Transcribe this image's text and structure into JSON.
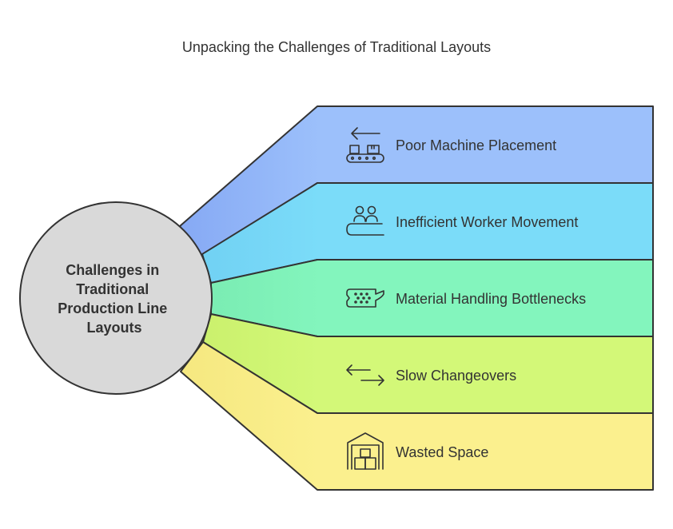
{
  "title": "Unpacking the Challenges of Traditional Layouts",
  "center": {
    "lines": [
      "Challenges in",
      "Traditional",
      "Production Line",
      "Layouts"
    ],
    "fill": "#d9d9d9",
    "stroke": "#333333"
  },
  "bands": [
    {
      "label": "Poor Machine Placement",
      "icon": "conveyor-machine-icon",
      "color": "#9cc0fb",
      "wedge_color": "#86a9f4"
    },
    {
      "label": "Inefficient Worker Movement",
      "icon": "workers-conveyor-icon",
      "color": "#7bdcf9",
      "wedge_color": "#6fcff2"
    },
    {
      "label": "Material Handling Bottlenecks",
      "icon": "bottleneck-icon",
      "color": "#83f5bd",
      "wedge_color": "#78eab0"
    },
    {
      "label": "Slow Changeovers",
      "icon": "swap-arrows-icon",
      "color": "#d3f878",
      "wedge_color": "#c9ef6b"
    },
    {
      "label": "Wasted Space",
      "icon": "warehouse-boxes-icon",
      "color": "#fbf08e",
      "wedge_color": "#f5e880"
    }
  ]
}
